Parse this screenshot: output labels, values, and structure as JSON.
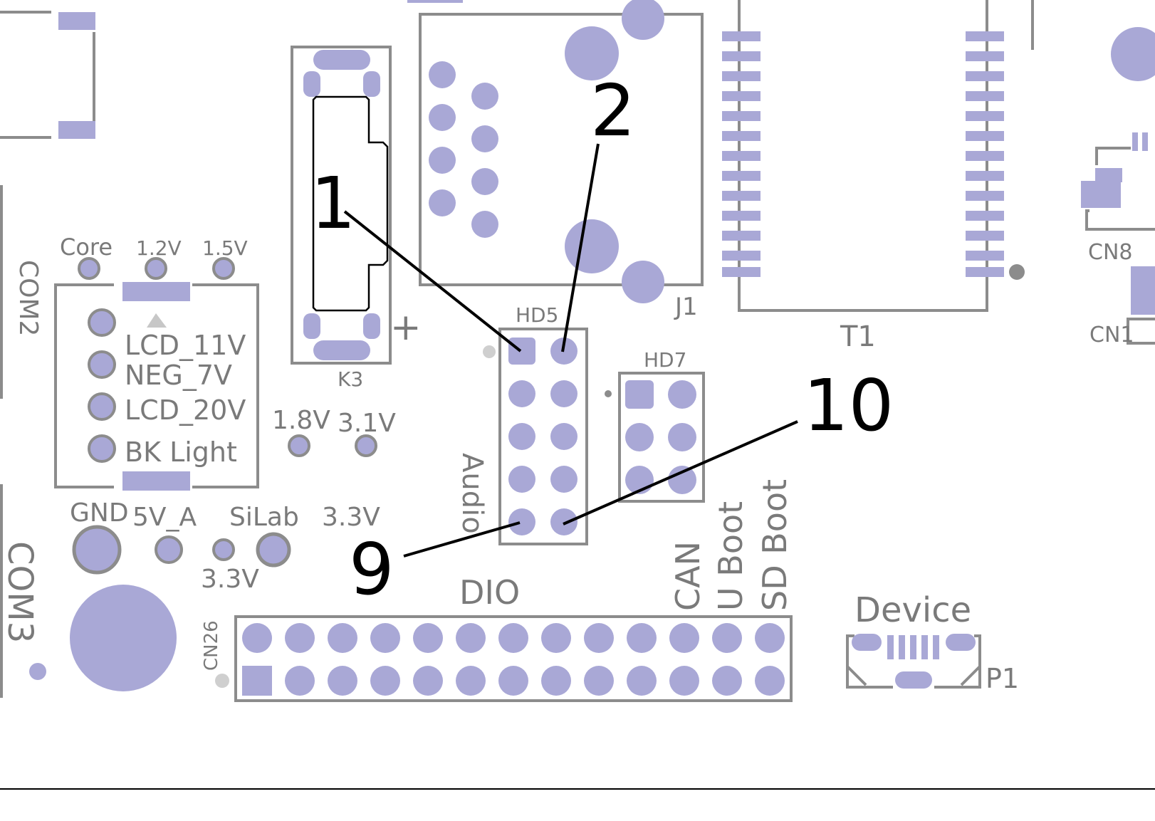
{
  "colors": {
    "pad": "#a9a8d6",
    "silkscreen": "#8c8c8c",
    "text": "#7a7a7a",
    "callout": "#000000"
  },
  "callouts": {
    "c1": "1",
    "c2": "2",
    "c9": "9",
    "c10": "10"
  },
  "components": {
    "com2": "COM2",
    "com3": "COM3",
    "k3": "K3",
    "j1": "J1",
    "t1": "T1",
    "hd5": "HD5",
    "hd7": "HD7",
    "cn8": "CN8",
    "cn1": "CN1",
    "cn26": "CN26",
    "p1": "P1"
  },
  "test_points": {
    "core": "Core",
    "v12": "1.2V",
    "v15": "1.5V",
    "v18": "1.8V",
    "v31": "3.1V"
  },
  "switch_labels": {
    "lcd11": "LCD_11V",
    "neg7": "NEG_7V",
    "lcd20": "LCD_20V",
    "bk": "BK Light"
  },
  "power_labels": {
    "gnd": "GND",
    "v5a": "5V_A",
    "silab": "SiLab",
    "v33a": "3.3V",
    "v33b": "3.3V"
  },
  "header_labels": {
    "audio": "Audio",
    "dio": "DIO",
    "can": "CAN",
    "uboot": "U Boot",
    "sdboot": "SD Boot",
    "device": "Device"
  },
  "symbols": {
    "plus": "+"
  }
}
